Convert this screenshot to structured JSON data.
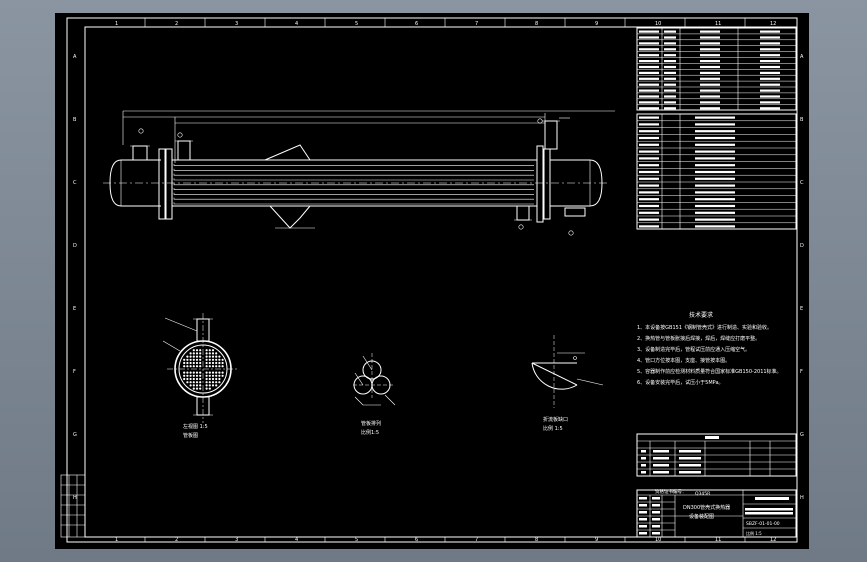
{
  "colors": {
    "background": "#7d8894",
    "sheet": "#000000",
    "lines": "#ffffff"
  },
  "border": {
    "top_numbers": [
      "1",
      "2",
      "3",
      "4",
      "5",
      "6",
      "7",
      "8",
      "9",
      "10",
      "11",
      "12"
    ],
    "bottom_numbers": [
      "1",
      "2",
      "3",
      "4",
      "5",
      "6",
      "7",
      "8",
      "9",
      "10",
      "11",
      "12"
    ],
    "side_letters": [
      "A",
      "B",
      "C",
      "D",
      "E",
      "F",
      "G",
      "H"
    ]
  },
  "notes": {
    "title": "技术要求",
    "items": [
      "1、本设备按GB151《钢制管壳式》进行制造、实验和验收。",
      "2、换热管与管板胀接后焊接，焊后，焊缝应打磨平整。",
      "3、设备制造完毕后，管程试压前应通入压缩空气。",
      "4、管口方位按本图，支座、接管按本图。",
      "5、容器制作前应检测材料质量符合国家标准GB150-2011标准。",
      "6、设备安装完毕后，试压小于5MPa。"
    ]
  },
  "views": {
    "section_label": "左视图  1:5",
    "section_sub": "管板图",
    "tube_layout_label": "管板排列",
    "tube_layout_sub": "比例1:5",
    "detail_label": "折流板缺口",
    "detail_sub": "比例  1:5"
  },
  "title_block": {
    "drawing_title_1": "DN300管壳式换热器",
    "drawing_title_2": "设备装配图",
    "drawing_number": "SBZF-01-01-00",
    "scale_label": "比例 1:5",
    "material": "Q345R",
    "stamp": "资格证书编号："
  }
}
